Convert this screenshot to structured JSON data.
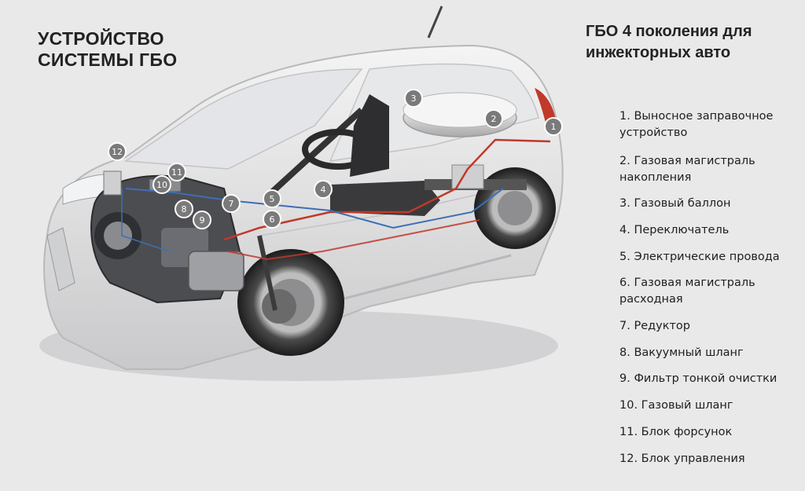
{
  "title": "УСТРОЙСТВО СИСТЕМЫ ГБО",
  "subtitle": "ГБО 4 поколения для инжекторных авто",
  "legend": [
    "1. Выносное заправочное устройство",
    "2. Газовая магистраль накопления",
    "3. Газовый баллон",
    "4. Переключатель",
    "5. Электрические провода",
    "6. Газовая магистраль расходная",
    "7. Редуктор",
    "8. Вакуумный шланг",
    "9. Фильтр тонкой очистки",
    "10. Газовый шланг",
    "11. Блок форсунок",
    "12. Блок управления"
  ],
  "callouts": [
    "1",
    "2",
    "3",
    "4",
    "5",
    "6",
    "7",
    "8",
    "9",
    "10",
    "11",
    "12"
  ],
  "colors": {
    "callout_fill": "#7a7a7a",
    "gas_line": "#c0392b",
    "wire_line": "#3d6fb5",
    "car_body": "#dcdcdc"
  }
}
